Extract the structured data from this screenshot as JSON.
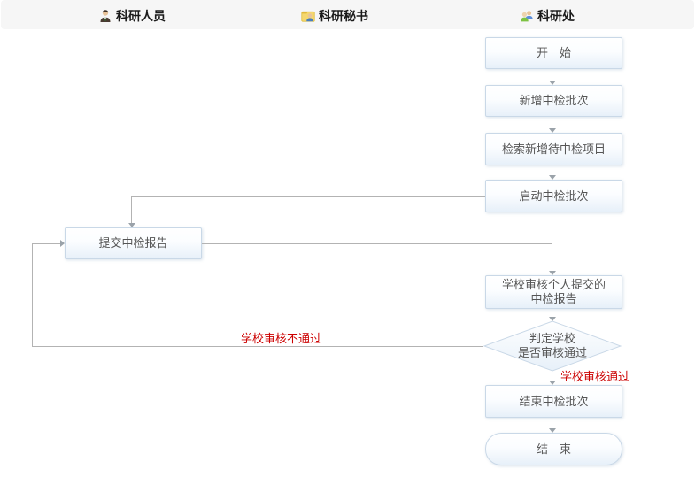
{
  "header": {
    "lanes": [
      {
        "label": "科研人员",
        "icon": "researcher-icon"
      },
      {
        "label": "科研秘书",
        "icon": "secretary-icon"
      },
      {
        "label": "科研处",
        "icon": "office-icon"
      }
    ]
  },
  "flowchart": {
    "nodes": {
      "start": {
        "type": "process",
        "lane": "科研处",
        "label": "开　始"
      },
      "add_batch": {
        "type": "process",
        "lane": "科研处",
        "label": "新增中检批次"
      },
      "search_pending": {
        "type": "process",
        "lane": "科研处",
        "label": "检索新增待中检项目"
      },
      "launch_batch": {
        "type": "process",
        "lane": "科研处",
        "label": "启动中检批次"
      },
      "submit_report": {
        "type": "process",
        "lane": "科研人员",
        "label": "提交中检报告"
      },
      "school_review": {
        "type": "process",
        "lane": "科研处",
        "label_line1": "学校审核个人提交的",
        "label_line2": "中检报告"
      },
      "decision": {
        "type": "decision",
        "lane": "科研处",
        "label_line1": "判定学校",
        "label_line2": "是否审核通过"
      },
      "end_batch": {
        "type": "process",
        "lane": "科研处",
        "label": "结束中检批次"
      },
      "end": {
        "type": "terminator",
        "lane": "科研处",
        "label": "结　束"
      }
    },
    "edge_labels": {
      "review_rejected": "学校审核不通过",
      "review_passed": "学校审核通过"
    }
  },
  "colors": {
    "header_bg": "#f6f6f6",
    "node_border": "#c9d8e7",
    "node_fill_top": "#ffffff",
    "node_fill_bottom": "#e7f0f9",
    "node_text": "#555555",
    "lane_text": "#1a1a1a",
    "connector": "#b3b3b3",
    "edge_label_red": "#cc0000"
  }
}
